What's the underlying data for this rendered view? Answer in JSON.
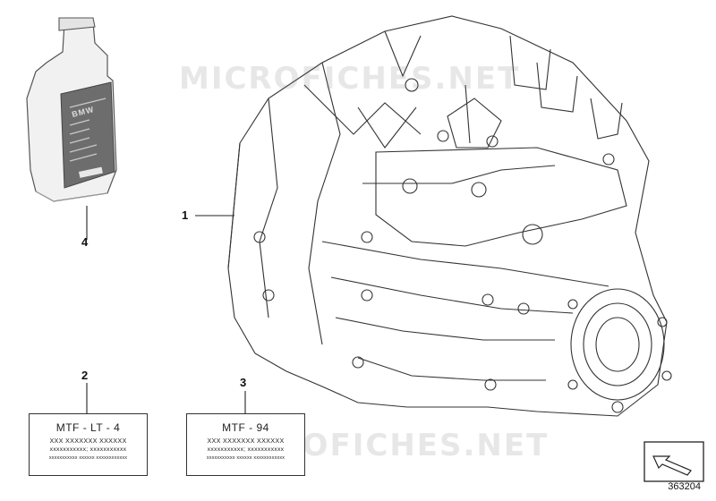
{
  "callouts": {
    "c1": "1",
    "c2": "2",
    "c3": "3",
    "c4": "4"
  },
  "labels": {
    "card2": {
      "title": "MTF - LT - 4",
      "line1": "XXX XXXXXXX XXXXXX",
      "line2": "xxxxxxxxxxx; xxxxxxxxxxx",
      "line3": "xxxxxxxxxxx  xxxxxx  xxxxxxxxxxxx"
    },
    "card3": {
      "title": "MTF - 94",
      "line1": "XXX XXXXXXX XXXXXX",
      "line2": "xxxxxxxxxxx; xxxxxxxxxxx",
      "line3": "xxxxxxxxxxx  xxxxxx  xxxxxxxxxxxx"
    }
  },
  "watermarks": {
    "top": "MICROFICHES.NET",
    "bottom": "MICROFICHES.NET"
  },
  "bottle_brand": "BMW",
  "diagram_id": "363204",
  "colors": {
    "line": "#333333",
    "bottle_body": "#efefef",
    "bottle_label": "#6f6f6f"
  }
}
